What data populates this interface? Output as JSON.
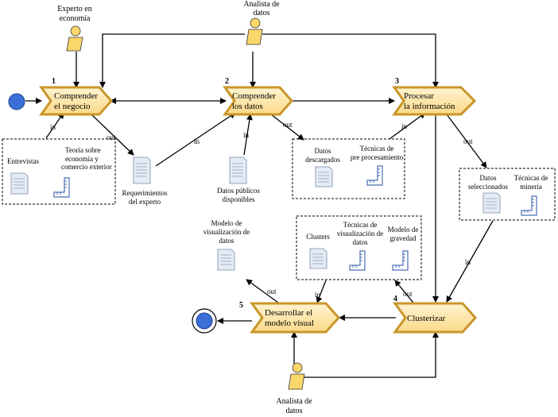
{
  "actors": {
    "expert": [
      "Experto en",
      "economía"
    ],
    "analyst_top": [
      "Analista de",
      "datos"
    ],
    "analyst_bottom": [
      "Analista de",
      "datos"
    ]
  },
  "processes": [
    {
      "num": "1",
      "lines": [
        "Comprender",
        "el negocio"
      ]
    },
    {
      "num": "2",
      "lines": [
        "Comprender",
        "los datos"
      ]
    },
    {
      "num": "3",
      "lines": [
        "Procesar",
        "la información"
      ]
    },
    {
      "num": "4",
      "lines": [
        "Clusterizar"
      ]
    },
    {
      "num": "5",
      "lines": [
        "Desarrollar el",
        "modelo visual"
      ]
    }
  ],
  "groups": {
    "g1": {
      "docs": [
        [
          "Entrevistas"
        ]
      ],
      "techs": [
        [
          "Teoría sobre",
          "economía y",
          "comercio exterior"
        ]
      ]
    },
    "g2": {
      "docs": [
        [
          "Datos",
          "descargados"
        ]
      ],
      "techs": [
        [
          "Técnicas de",
          "pre procesamiento"
        ]
      ]
    },
    "g3": {
      "docs": [
        [
          "Datos",
          "seleccionados"
        ]
      ],
      "techs": [
        [
          "Técnicas de",
          "minería"
        ]
      ]
    },
    "g4": {
      "docs": [
        [
          "Clusters"
        ]
      ],
      "techs": [
        [
          "Técnicas de",
          "visualización de",
          "datos"
        ],
        [
          "Modelo de",
          "gravedad"
        ]
      ]
    }
  },
  "standalone_docs": {
    "requerimientos": [
      "Requerimientos",
      "del experto"
    ],
    "publicos": [
      "Datos públicos",
      "disponibles"
    ],
    "modelo_vis": [
      "Modelo de",
      "visualización de",
      "datos"
    ]
  },
  "flow_labels": {
    "in": "in",
    "out": "out"
  },
  "colors": {
    "process_fill": "#fde9b6",
    "process_border": "#b8860b",
    "actor_fill": "#fbd66a",
    "start": "#3b6fd8",
    "doc_fill": "#e4ebf5",
    "tech_stroke": "#4a6fb4"
  }
}
